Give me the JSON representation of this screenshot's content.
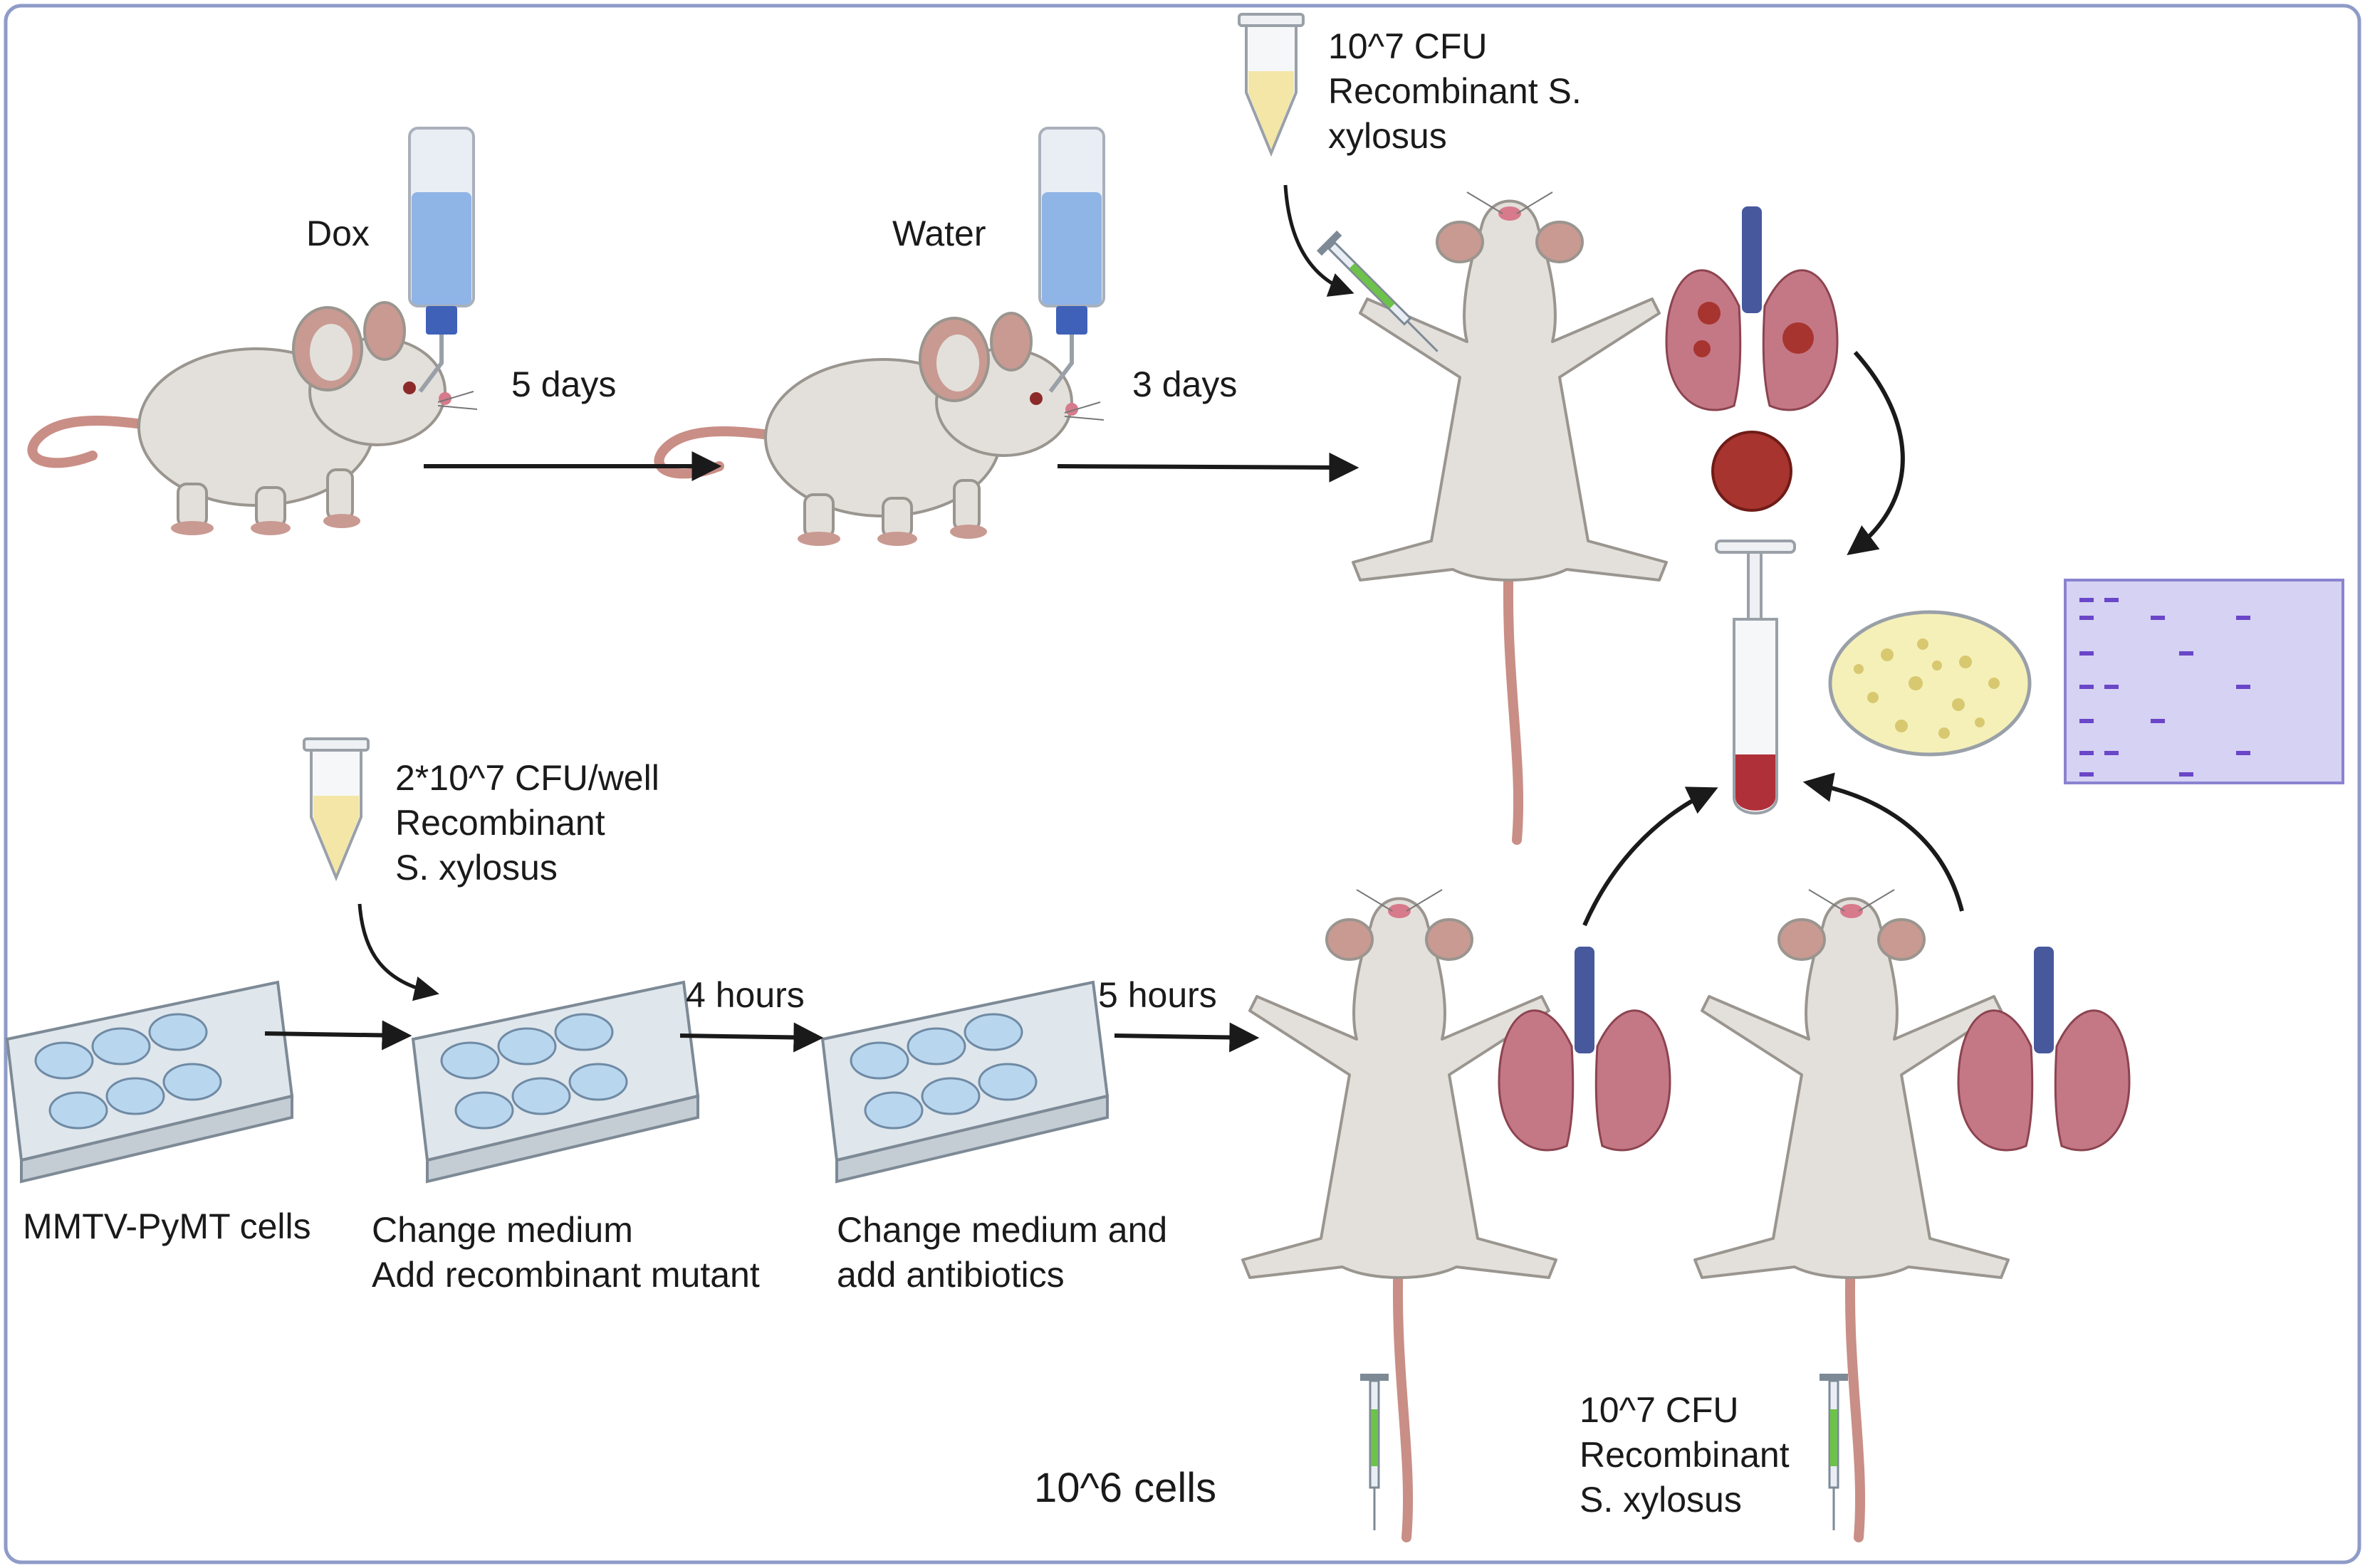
{
  "colors": {
    "frame": "#8f9bc8",
    "mouse_body": "#e3e0db",
    "mouse_outline": "#9a958f",
    "mouse_ear": "#c99a92",
    "tail": "#c98e86",
    "water": "#8fb4e6",
    "bottle_cap": "#3f62b8",
    "lung": "#c47885",
    "lung_dark": "#8c4450",
    "trachea": "#47589c",
    "tumor": "#a7342f",
    "tube_liquid": "#f3e6a6",
    "blood": "#b0303a",
    "plate": "#dfe6ec",
    "well": "#b9d6ef",
    "gel": "#d6d2f3",
    "gel_band": "#6a46c8",
    "agar": "#f4f0b8",
    "colony": "#d8c870",
    "syringe_fluid": "#6dc24a",
    "arrow": "#1a1a1a"
  },
  "labels": {
    "dox": "Dox",
    "water": "Water",
    "days5": "5 days",
    "days3": "3 days",
    "cfu_top": [
      "10^7 CFU",
      "Recombinant S.",
      "xylosus"
    ],
    "cfu_well": [
      "2*10^7 CFU/well",
      "Recombinant",
      "S. xylosus"
    ],
    "hours4": "4 hours",
    "hours5": "5 hours",
    "cells_label": "MMTV-PyMT cells",
    "change_medium": [
      "Change medium",
      "Add recombinant mutant"
    ],
    "change_antibiotics": [
      "Change medium and",
      "add antibiotics"
    ],
    "cells_count": "10^6 cells",
    "cfu_bottom": [
      "10^7 CFU",
      "Recombinant",
      "S. xylosus"
    ]
  }
}
